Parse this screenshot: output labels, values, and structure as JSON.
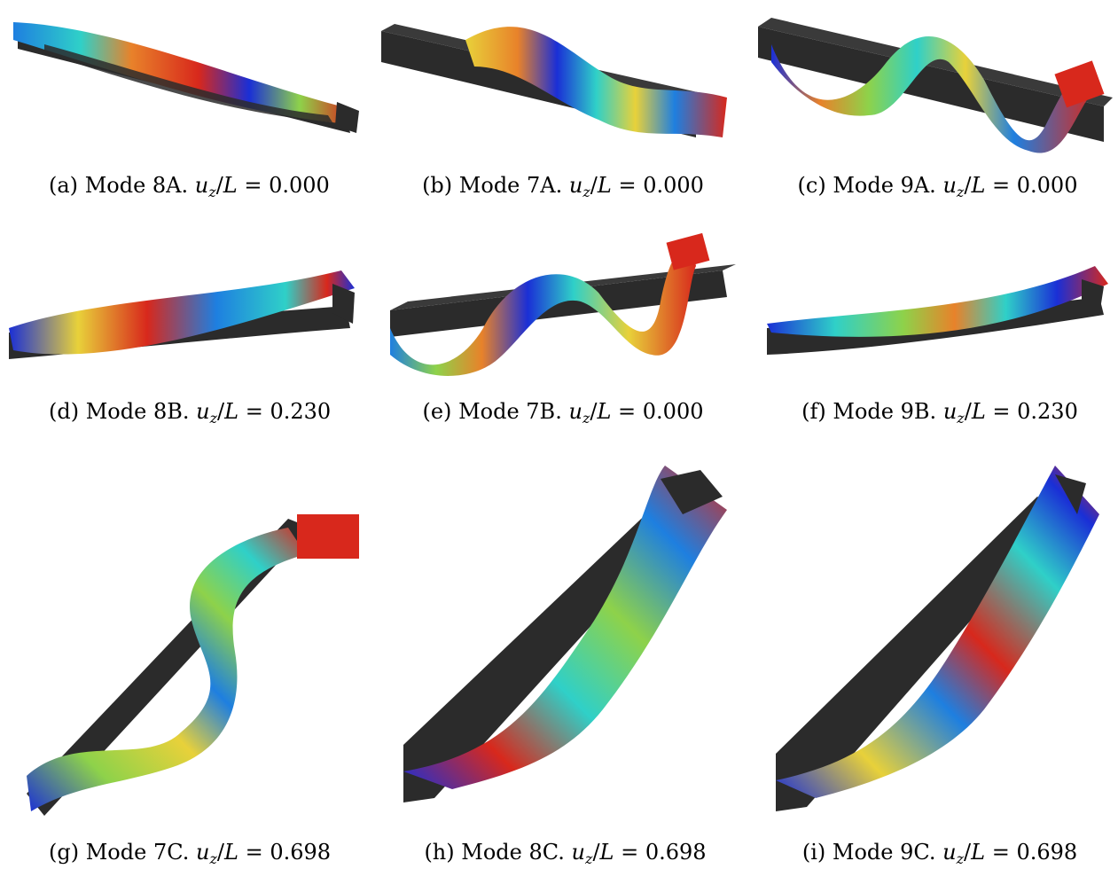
{
  "colormap": [
    "#1a2fd6",
    "#1e7fe0",
    "#2fd0c8",
    "#8ed24a",
    "#e8d13a",
    "#e8822a",
    "#d8281c"
  ],
  "beam_color": "#2b2b2b",
  "panels": [
    {
      "label": "(a)",
      "mode": "Mode 8A.",
      "value": "0.000"
    },
    {
      "label": "(b)",
      "mode": "Mode 7A.",
      "value": "0.000"
    },
    {
      "label": "(c)",
      "mode": "Mode 9A.",
      "value": "0.000"
    },
    {
      "label": "(d)",
      "mode": "Mode 8B.",
      "value": "0.230"
    },
    {
      "label": "(e)",
      "mode": "Mode 7B.",
      "value": "0.000"
    },
    {
      "label": "(f)",
      "mode": "Mode 9B.",
      "value": "0.230"
    },
    {
      "label": "(g)",
      "mode": "Mode 7C.",
      "value": "0.698"
    },
    {
      "label": "(h)",
      "mode": "Mode 8C.",
      "value": "0.698"
    },
    {
      "label": "(i)",
      "mode": "Mode 9C.",
      "value": "0.698"
    }
  ],
  "symbols": {
    "u": "u",
    "z": "z",
    "slash": "/",
    "L": "L",
    "eq": " = "
  }
}
